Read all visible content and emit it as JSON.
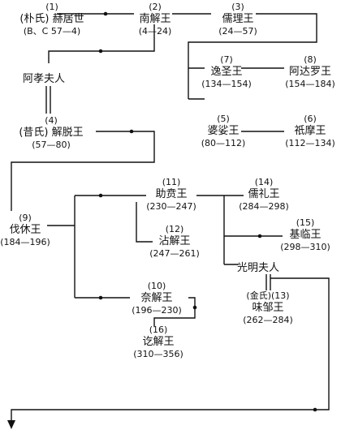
{
  "nodes": [
    {
      "id": "n1",
      "num": "(1)",
      "name": "(朴氏) 赫居世",
      "years": "(B、C 57—4)"
    },
    {
      "id": "n2",
      "num": "(2)",
      "name": "南解王",
      "years": "(4—24)"
    },
    {
      "id": "n3",
      "num": "(3)",
      "name": "儒理王",
      "years": "(24—57)"
    },
    {
      "id": "n7",
      "num": "(7)",
      "name": "逸圣王",
      "years": "(134—154)"
    },
    {
      "id": "n8",
      "num": "(8)",
      "name": "阿达罗王",
      "years": "(154—184)"
    },
    {
      "id": "n5",
      "num": "(5)",
      "name": "婆娑王",
      "years": "(80—112)"
    },
    {
      "id": "n6",
      "num": "(6)",
      "name": "祇摩王",
      "years": "(112—134)"
    },
    {
      "id": "n4",
      "num": "(4)",
      "name": "(昔氏) 解脱王",
      "years": "(57—80)"
    },
    {
      "id": "n9",
      "num": "(9)",
      "name": "伐休王",
      "years": "(184—196)"
    },
    {
      "id": "n11",
      "num": "(11)",
      "name": "助贲王",
      "years": "(230—247)"
    },
    {
      "id": "n12",
      "num": "(12)",
      "name": "沾解王",
      "years": "(247—261)"
    },
    {
      "id": "n14",
      "num": "(14)",
      "name": "儒礼王",
      "years": "(284—298)"
    },
    {
      "id": "n15",
      "num": "(15)",
      "name": "基临王",
      "years": "(298—310)"
    },
    {
      "id": "n10",
      "num": "(10)",
      "name": "奈解王",
      "years": "(196—230)"
    },
    {
      "id": "n16",
      "num": "(16)",
      "name": "讫解王",
      "years": "(310—356)"
    },
    {
      "id": "n13",
      "num": "(金氏)(13)",
      "name": "味邹王",
      "years": "(262—284)"
    }
  ],
  "spouses": {
    "a": "阿孝夫人",
    "b": "光明夫人"
  },
  "colors": {
    "ink": "#111111",
    "background": "#ffffff"
  }
}
